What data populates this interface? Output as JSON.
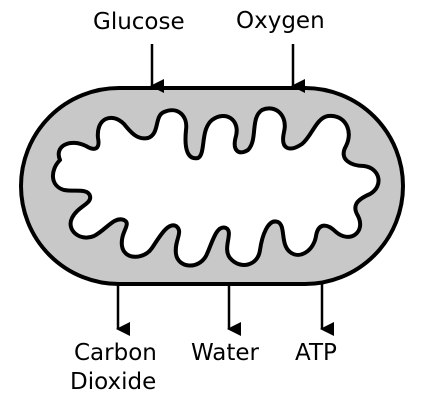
{
  "title": "",
  "inputs": [
    {
      "label": "Glucose"
    },
    {
      "label": "Oxygen"
    }
  ],
  "outputs": [
    {
      "label_line1": "Carbon",
      "label_line2": "Dioxide"
    },
    {
      "label": "Water"
    },
    {
      "label": "ATP"
    }
  ],
  "colors": {
    "outer_fill": "#c8c8c8",
    "inner_fill": "#ffffff",
    "stroke": "#000000",
    "text": "#000000"
  }
}
